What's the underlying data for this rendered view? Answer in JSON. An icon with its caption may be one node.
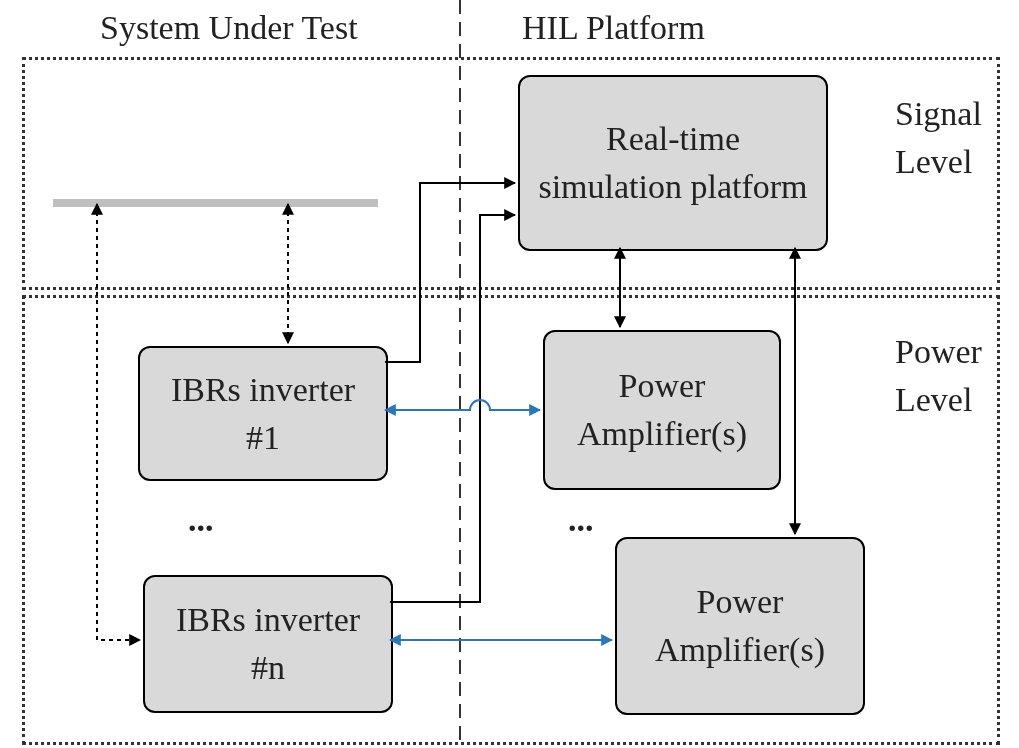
{
  "diagram": {
    "nodes": [
      {
        "text": [
          "Signal Level"
        ]
      },
      {
        "text": [
          "Real-time simulation platform"
        ],
        "in": 0
      },
      {
        "text": [],
        "shape": "bar",
        "in": 0
      },
      {
        "text": [
          "Power Level"
        ]
      },
      {
        "text": [
          "IBRs inverter #1"
        ],
        "in": 3
      },
      {
        "text": [
          "Power Amplifier(s)"
        ],
        "in": 3
      },
      {
        "text": [
          "IBRs inverter #n"
        ],
        "in": 3
      },
      {
        "text": [
          "Power Amplifier(s)"
        ],
        "in": 3
      }
    ],
    "edges": [
      {
        "from": 2,
        "to": 6,
        "arrow": "both",
        "style": "dashed"
      },
      {
        "from": 2,
        "to": 4,
        "arrow": "both",
        "style": "dashed"
      },
      {
        "from": 4,
        "to": 1,
        "arrow": "to"
      },
      {
        "from": 6,
        "to": 1,
        "arrow": "to"
      },
      {
        "from": 1,
        "to": 5,
        "arrow": "both"
      },
      {
        "from": 1,
        "to": 7,
        "arrow": "both"
      },
      {
        "from": 4,
        "to": 5,
        "arrow": "both",
        "color": "#2e75b6"
      },
      {
        "from": 6,
        "to": 7,
        "arrow": "both",
        "color": "#2e75b6"
      }
    ],
    "labels": [
      "System Under Test",
      "HIL Platform",
      "...",
      "..."
    ]
  }
}
